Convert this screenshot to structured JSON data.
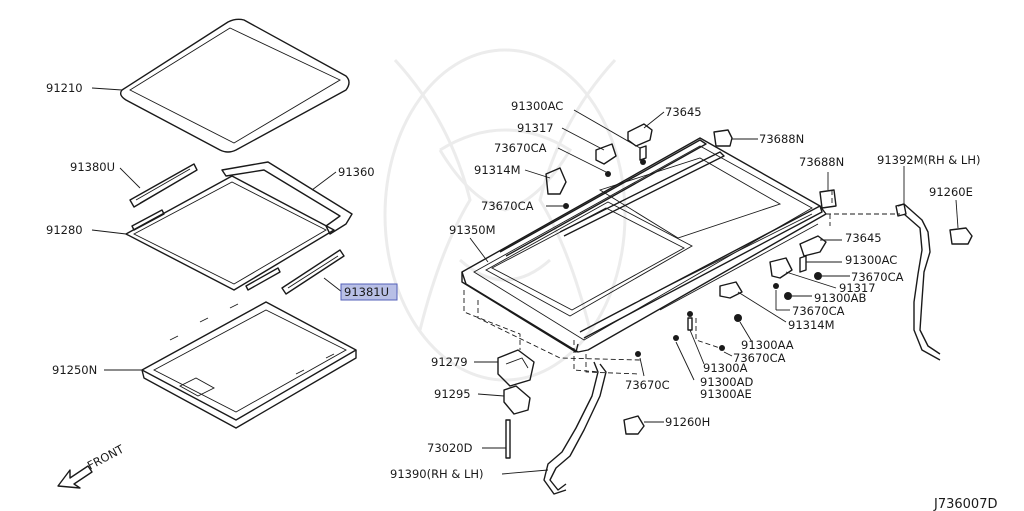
{
  "diagram_id": "J736007D",
  "front_label": "FRONT",
  "parts": {
    "p91210": "91210",
    "p91380U": "91380U",
    "p91360": "91360",
    "p91280": "91280",
    "p91381U": "91381U",
    "p91250N": "91250N",
    "p91300AC_top": "91300AC",
    "p73645_top": "73645",
    "p73688N_top": "73688N",
    "p91317_top": "91317",
    "p73670CA_a": "73670CA",
    "p73688N_right": "73688N",
    "p91392M": "91392M(RH & LH)",
    "p91314M_top": "91314M",
    "p91260E": "91260E",
    "p73670CA_b": "73670CA",
    "p91350M": "91350M",
    "p73645_right": "73645",
    "p91300AC_right": "91300AC",
    "p73670CA_c": "73670CA",
    "p91317_right": "91317",
    "p91300AB": "91300AB",
    "p73670CA_d": "73670CA",
    "p91314M_right": "91314M",
    "p91300AA": "91300AA",
    "p73670CA_e": "73670CA",
    "p91279": "91279",
    "p91300A": "91300A",
    "p73670C": "73670C",
    "p91300AD": "91300AD",
    "p91300AE": "91300AE",
    "p91295": "91295",
    "p91260H": "91260H",
    "p73020D": "73020D",
    "p91390": "91390(RH & LH)"
  },
  "highlighted_part": "91381U",
  "colors": {
    "line": "#1a1a1a",
    "highlight": "#b8bfe6",
    "watermark": "#ececec"
  }
}
